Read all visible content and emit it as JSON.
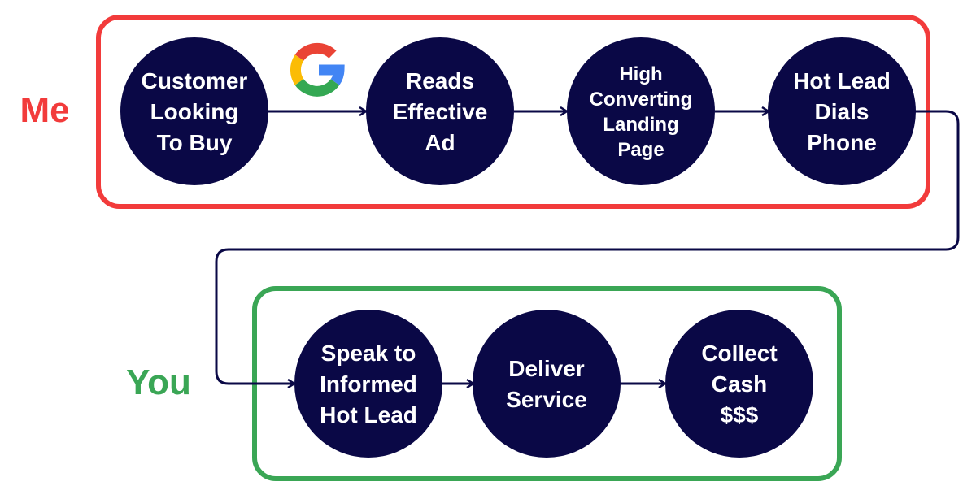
{
  "groups": {
    "me": {
      "label": "Me",
      "color": "#f23b3b"
    },
    "you": {
      "label": "You",
      "color": "#3aa655"
    }
  },
  "node_color": "#0a0846",
  "nodes_top": [
    {
      "lines": [
        "Customer",
        "Looking",
        "To Buy"
      ]
    },
    {
      "lines": [
        "Reads",
        "Effective",
        "Ad"
      ]
    },
    {
      "lines": [
        "High",
        "Converting",
        "Landing",
        "Page"
      ]
    },
    {
      "lines": [
        "Hot Lead",
        "Dials",
        "Phone"
      ]
    }
  ],
  "nodes_bottom": [
    {
      "lines": [
        "Speak to",
        "Informed",
        "Hot Lead"
      ]
    },
    {
      "lines": [
        "Deliver",
        "Service"
      ]
    },
    {
      "lines": [
        "Collect",
        "Cash",
        "$$$"
      ]
    }
  ],
  "icons": {
    "google": "google-g-logo-icon"
  }
}
